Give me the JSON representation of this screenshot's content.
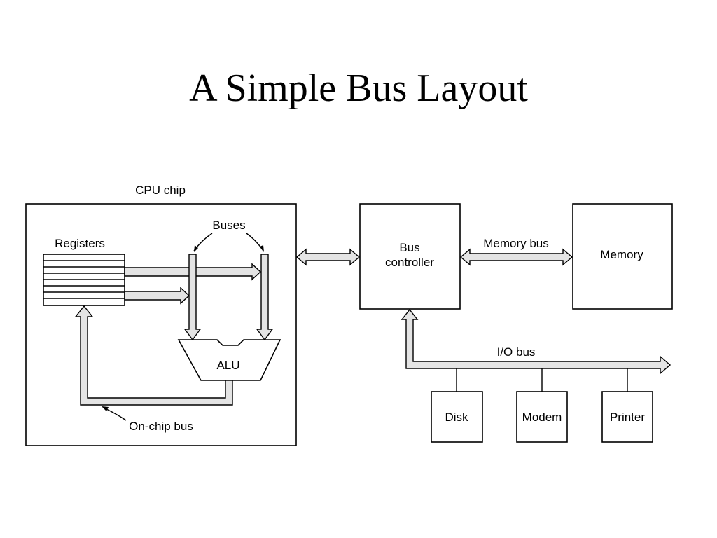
{
  "slide": {
    "title": "A Simple Bus Layout"
  },
  "diagram": {
    "cpu_chip_label": "CPU chip",
    "registers_label": "Registers",
    "buses_label": "Buses",
    "alu_label": "ALU",
    "on_chip_bus_label": "On-chip bus",
    "bus_controller_line1": "Bus",
    "bus_controller_line2": "controller",
    "memory_bus_label": "Memory bus",
    "memory_label": "Memory",
    "io_bus_label": "I/O bus",
    "devices": [
      "Disk",
      "Modem",
      "Printer"
    ]
  },
  "colors": {
    "bus_fill": "#e4e4e4",
    "stroke": "#000000",
    "background": "#ffffff"
  }
}
